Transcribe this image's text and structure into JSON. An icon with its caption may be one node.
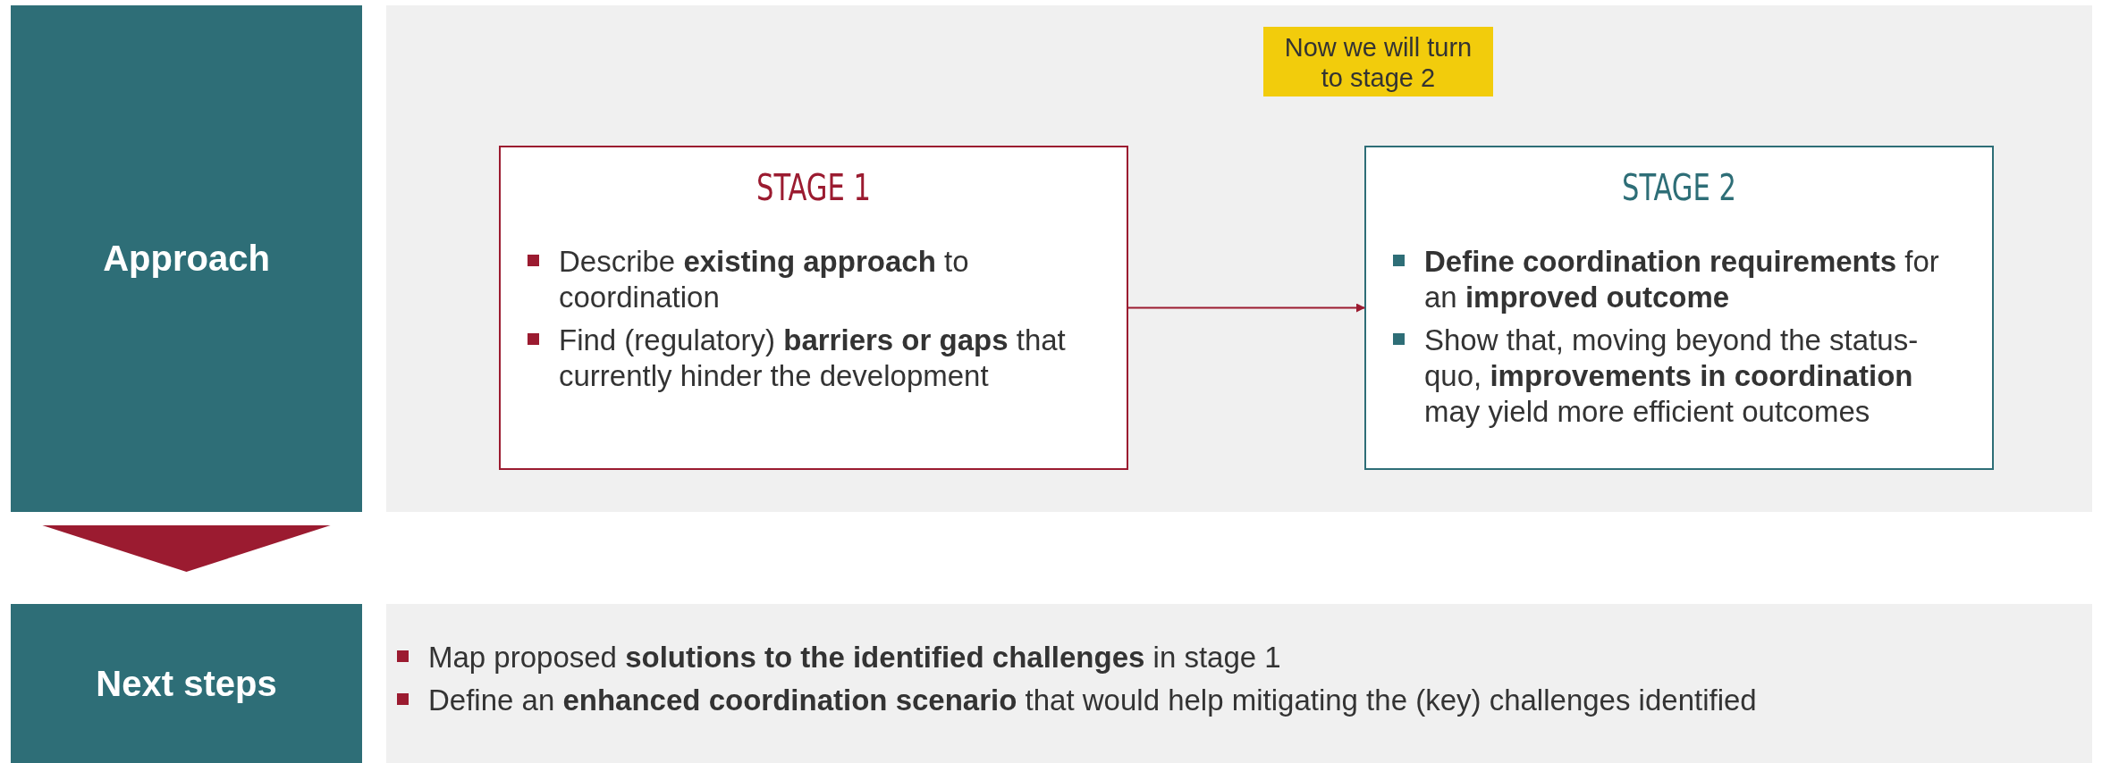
{
  "diagram": {
    "nodes": [
      {
        "text": [
          "Approach"
        ]
      },
      {
        "text": [
          "STAGE 1",
          "Describe **existing approach** to coordination",
          "Find (regulatory) **barriers or gaps** that currently hinder the development"
        ]
      },
      {
        "text": [
          "STAGE 2",
          "**Define coordination requirements** for an **improved outcome**",
          "Show that, moving beyond the status-quo, **improvements in coordination** may yield more efficient outcomes"
        ]
      },
      {
        "text": [
          "Now we will turn to stage 2"
        ]
      },
      {
        "text": [
          "Next steps"
        ]
      },
      {
        "text": [
          "Map proposed **solutions to the identified challenges** in stage 1",
          "Define an **enhanced coordination scenario** that would help mitigating the (key) challenges identified"
        ]
      }
    ],
    "edges": [
      {
        "from": 1,
        "to": 2,
        "arrow": "to"
      },
      {
        "from": 0,
        "to": 4,
        "arrow": "to",
        "style": "thick"
      }
    ]
  }
}
